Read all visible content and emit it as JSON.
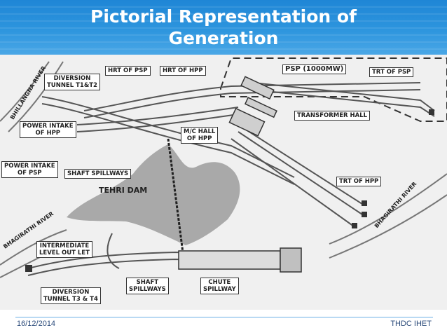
{
  "title_line1": "Pictorial Representation of",
  "title_line2": "Generation",
  "labels": {
    "psp": "PSP (1000MW)",
    "hrt_psp": "HRT OF PSP",
    "hrt_hpp": "HRT OF HPP",
    "trt_psp": "TRT OF PSP",
    "diversion_t1t2_l1": "DIVERSION",
    "diversion_t1t2_l2": "TUNNEL T1&T2",
    "bhillangna_river": "BHILLANGNA RIVER",
    "transformer_hall": "TRANSFORMER HALL",
    "power_intake_hpp_l1": "POWER INTAKE",
    "power_intake_hpp_l2": "OF HPP",
    "mc_hall_l1": "M/C HALL",
    "mc_hall_l2": "OF HPP",
    "power_intake_psp_l1": "POWER INTAKE",
    "power_intake_psp_l2": "OF PSP",
    "shaft_spillways_top": "SHAFT SPILLWAYS",
    "trt_hpp": "TRT OF HPP",
    "tehri_dam": "TEHRI DAM",
    "bhagirathi_river_right": "BHAGIRATHI RIVER",
    "bhagirathi_river_left": "BHAGIRATHI RIVER",
    "intermediate_l1": "INTERMEDIATE",
    "intermediate_l2": "LEVEL OUT LET",
    "shaft_spillways_bottom_l1": "SHAFT",
    "shaft_spillways_bottom_l2": "SPILLWAYS",
    "chute_spillway_l1": "CHUTE",
    "chute_spillway_l2": "SPILLWAY",
    "diversion_t3t4_l1": "DIVERSION",
    "diversion_t3t4_l2": "TUNNEL T3 & T4"
  },
  "footer": {
    "date": "16/12/2014",
    "org": "THDC IHET"
  }
}
